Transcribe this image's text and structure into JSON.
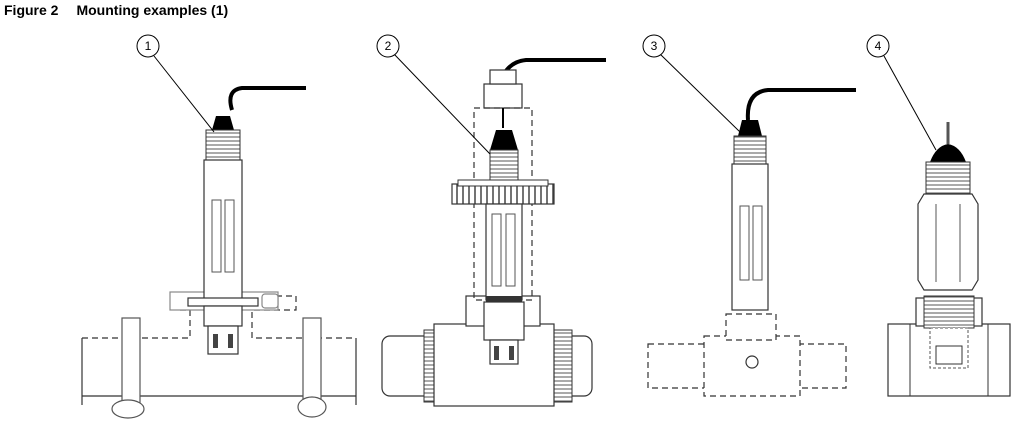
{
  "figure": {
    "number": "Figure 2",
    "title": "Mounting examples (1)"
  },
  "callouts": [
    "1",
    "2",
    "3",
    "4"
  ]
}
